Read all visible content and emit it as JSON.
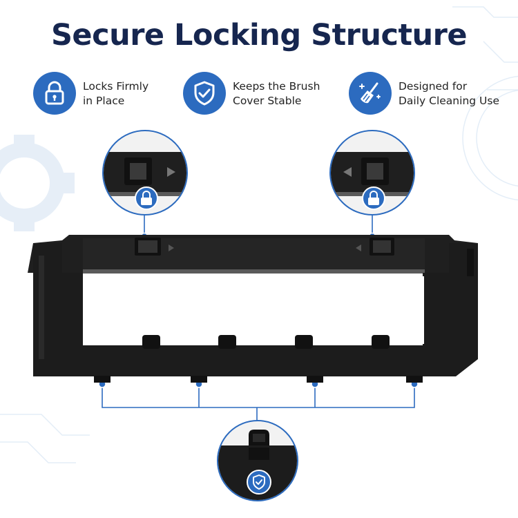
{
  "title": "Secure Locking Structure",
  "features": [
    {
      "icon": "padlock-icon",
      "line1": "Locks Firmly",
      "line2": "in Place"
    },
    {
      "icon": "shield-check-icon",
      "line1": "Keeps the Brush",
      "line2": "Cover Stable"
    },
    {
      "icon": "broom-sparkle-icon",
      "line1": "Designed for",
      "line2": "Daily Cleaning Use"
    }
  ],
  "colors": {
    "title": "#16264f",
    "accent": "#2c6bbf",
    "product": "#1c1c1c",
    "text": "#232323"
  }
}
